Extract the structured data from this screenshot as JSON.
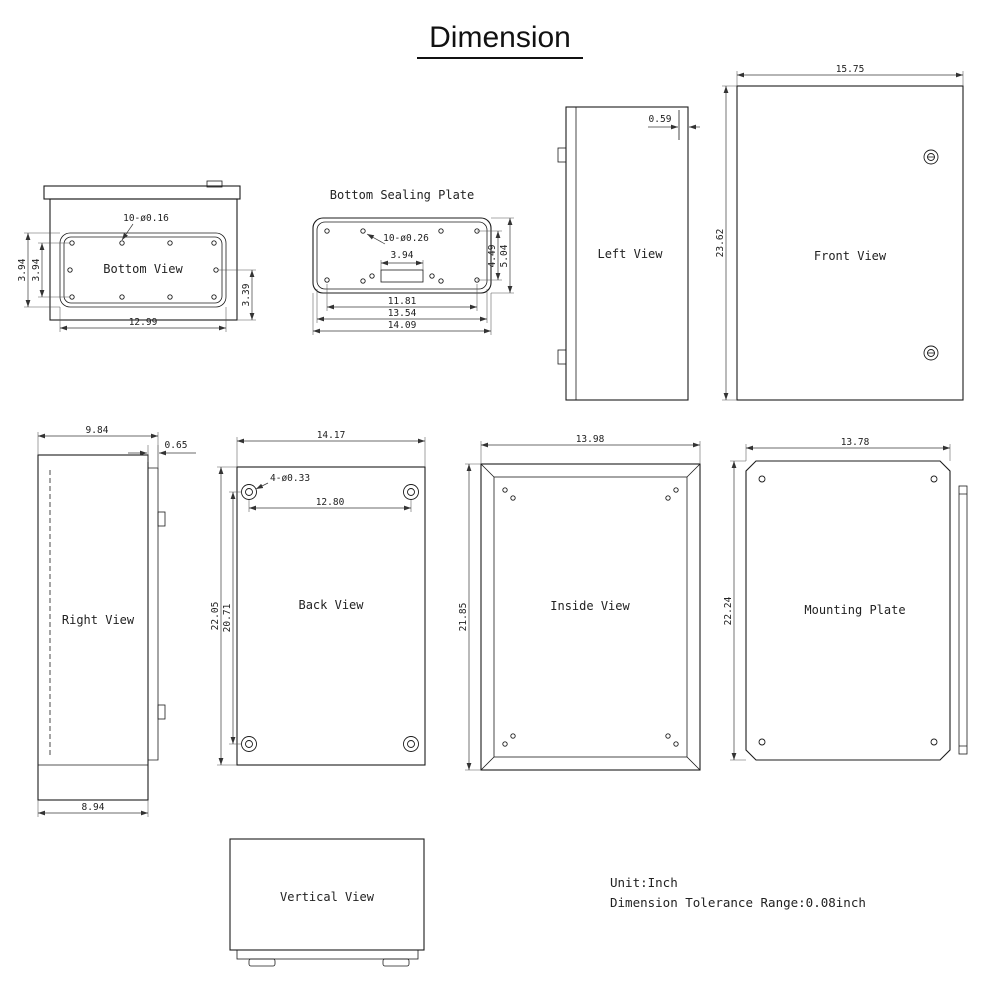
{
  "title": {
    "text": "Dimension"
  },
  "notes": {
    "unit": "Unit:Inch",
    "tolerance": "Dimension Tolerance Range:0.08inch"
  },
  "views": {
    "bottom": {
      "label": "Bottom View",
      "holes": "10-ø0.16",
      "dim_left_outer": "3.94",
      "dim_left_inner": "3.94",
      "dim_right": "3.39",
      "dim_bottom": "12.99"
    },
    "sealing_plate": {
      "title": "Bottom Sealing Plate",
      "holes": "10-ø0.26",
      "dim_center": "3.94",
      "dim_right_inner": "4.49",
      "dim_right_outer": "5.04",
      "dim_bottom_inner": "11.81",
      "dim_bottom_mid": "13.54",
      "dim_bottom_outer": "14.09"
    },
    "left": {
      "label": "Left View",
      "dim_top": "0.59"
    },
    "front": {
      "label": "Front View",
      "dim_top": "15.75",
      "dim_left": "23.62"
    },
    "right": {
      "label": "Right View",
      "dim_top": "9.84",
      "dim_door": "0.65",
      "dim_bottom": "8.94"
    },
    "back": {
      "label": "Back View",
      "dim_top": "14.17",
      "holes": "4-ø0.33",
      "dim_holes": "12.80",
      "dim_left_outer": "22.05",
      "dim_left_inner": "20.71"
    },
    "inside": {
      "label": "Inside View",
      "dim_top": "13.98",
      "dim_left": "21.85"
    },
    "mounting": {
      "label": "Mounting Plate",
      "dim_top": "13.78",
      "dim_left": "22.24"
    },
    "vertical": {
      "label": "Vertical View"
    }
  }
}
